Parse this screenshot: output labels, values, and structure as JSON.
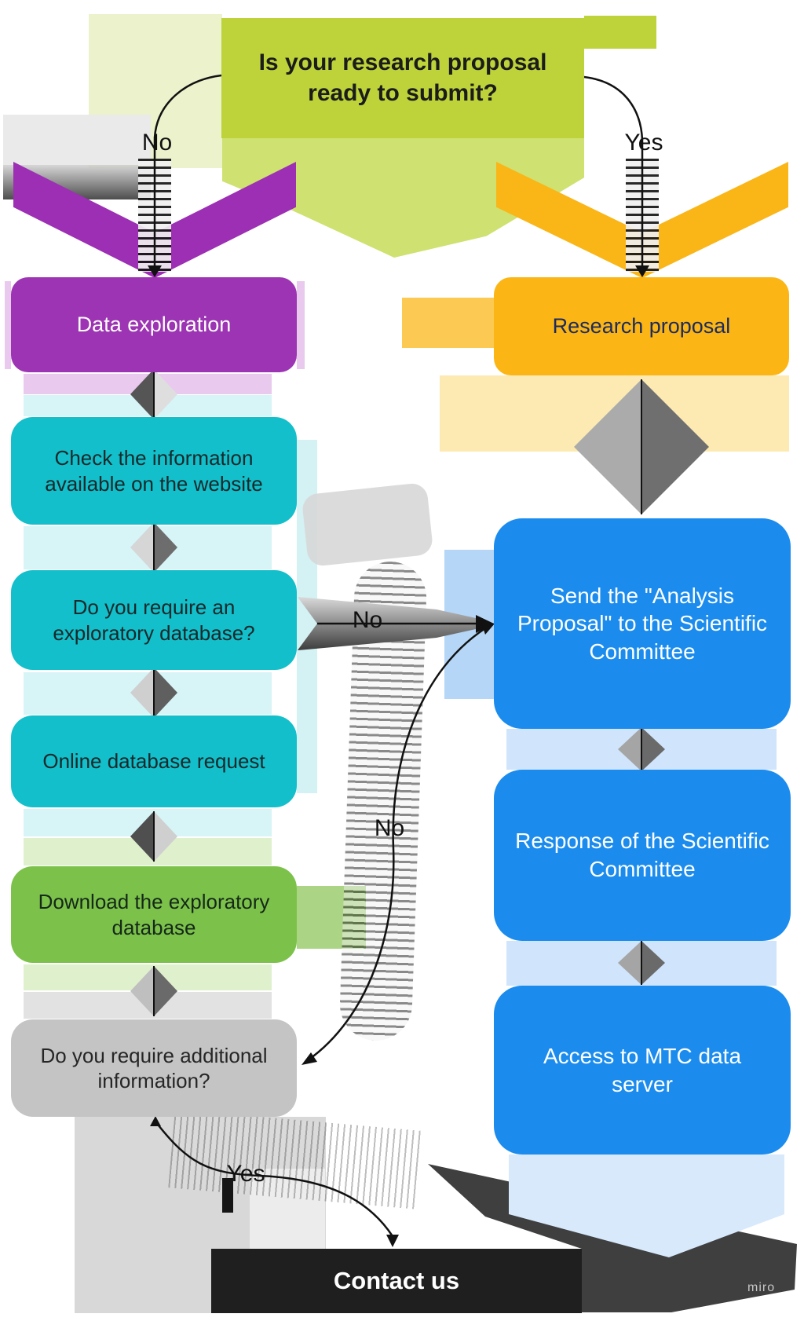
{
  "question": {
    "label": "Is your research proposal ready to submit?"
  },
  "branch_labels": {
    "no_main": "No",
    "yes_main": "Yes",
    "no_database": "No",
    "no_additional_info": "No",
    "yes_contact": "Yes"
  },
  "left_column": {
    "header": {
      "label": "Data exploration"
    },
    "steps": [
      {
        "label": "Check the information available on the website"
      },
      {
        "label": "Do you require an exploratory database?"
      },
      {
        "label": "Online database request"
      },
      {
        "label": "Download the exploratory database"
      },
      {
        "label": "Do you require additional information?"
      }
    ]
  },
  "right_column": {
    "header": {
      "label": "Research proposal"
    },
    "steps": [
      {
        "label": "Send the \"Analysis Proposal\" to the Scientific Committee"
      },
      {
        "label": "Response of the Scientific Committee"
      },
      {
        "label": "Access to MTC data server"
      }
    ]
  },
  "footer": {
    "contact": {
      "label": "Contact us"
    },
    "watermark": "miro"
  },
  "colors": {
    "question_lime": "#bdd339",
    "lime_light": "#cfe170",
    "lime_pale": "#ecf2cb",
    "purple": "#9c34b3",
    "lavender_pale": "#e9c9ed",
    "teal": "#13bfca",
    "teal_pale": "#d7f4f6",
    "green": "#7cc24a",
    "green_pale": "#dff0cd",
    "gray_box": "#c4c4c4",
    "orange": "#fbb616",
    "orange_pale": "#fdeab2",
    "blue": "#1b8cee",
    "blue_pale": "#d0e5fb",
    "contact_dark": "#1f1f1f"
  }
}
